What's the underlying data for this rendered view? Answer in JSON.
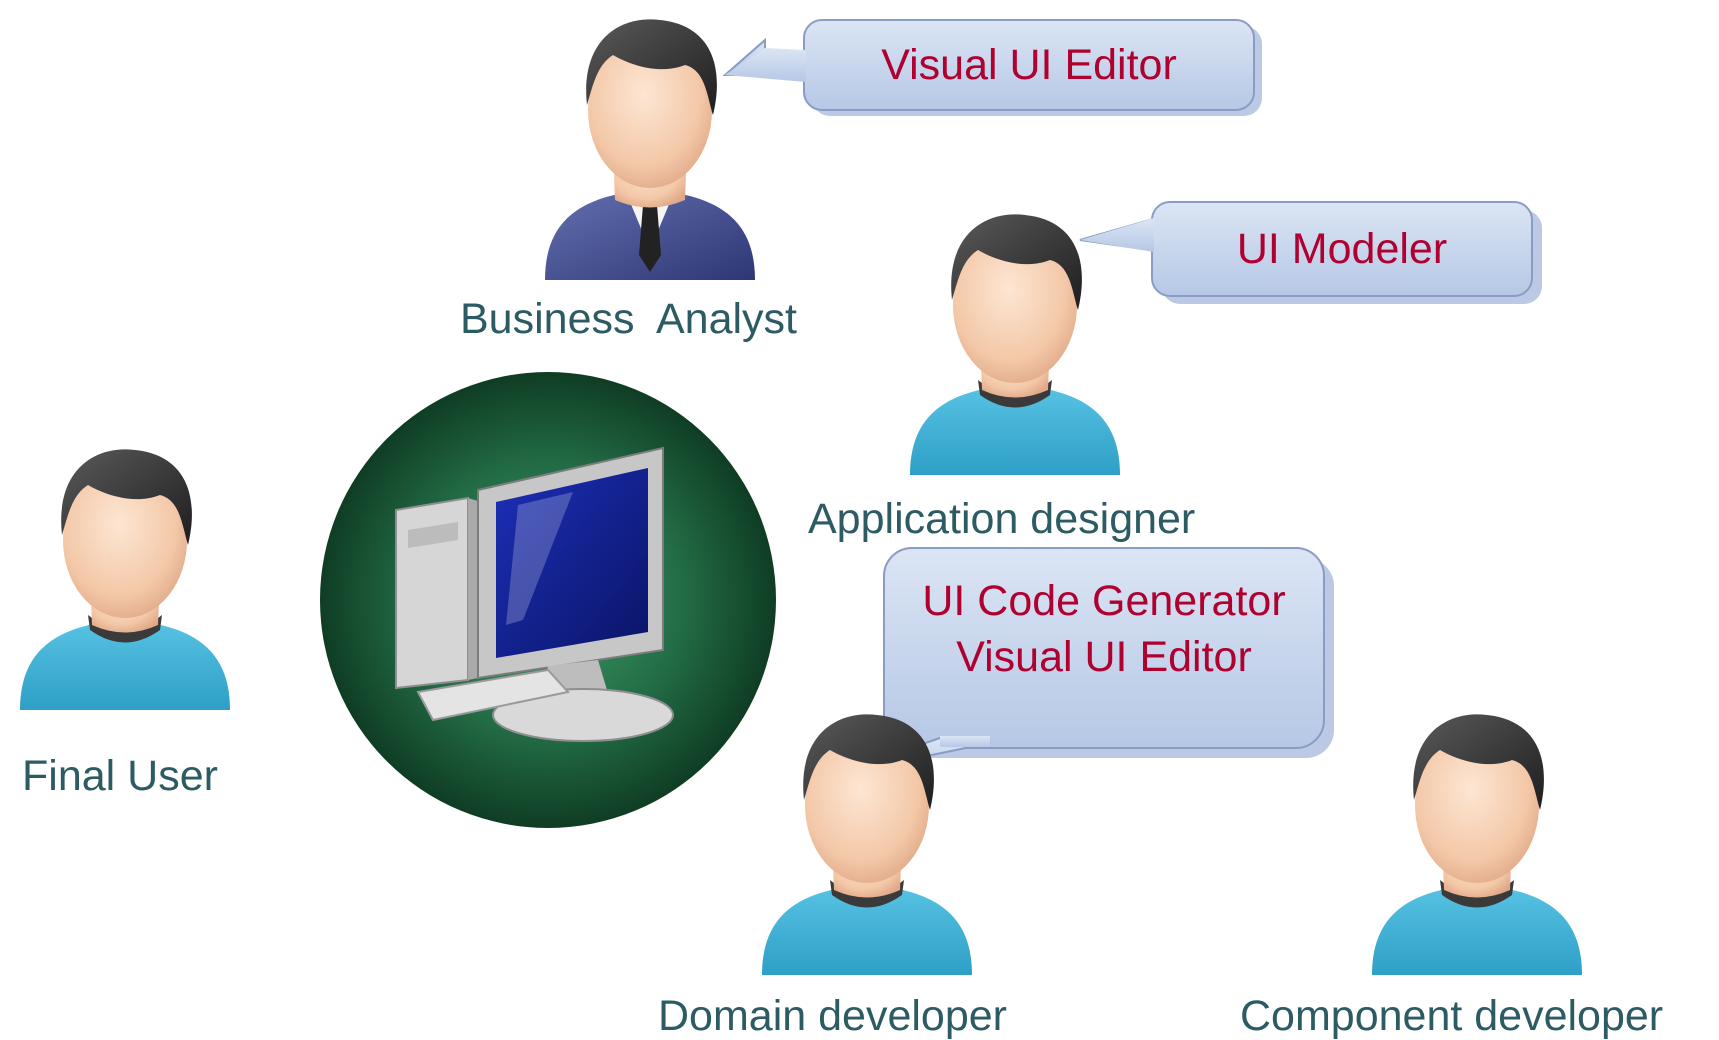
{
  "people": {
    "business_analyst": "Business  Analyst",
    "application_designer": "Application designer",
    "final_user": "Final User",
    "domain_developer": "Domain developer",
    "component_developer": "Component developer"
  },
  "bubbles": {
    "analyst_tool": "Visual UI Editor",
    "designer_tool": "UI Modeler",
    "developer_tools": [
      "UI Code Generator",
      "Visual UI Editor"
    ]
  },
  "center": {
    "icon": "computer-icon",
    "circle_color": "#1f5e3c"
  },
  "colors": {
    "label_text": "#2d5b63",
    "bubble_text": "#b00030",
    "bubble_fill": "#c6d5ec",
    "shirt": "#3bb0d4",
    "suit": "#3f4a8e"
  }
}
